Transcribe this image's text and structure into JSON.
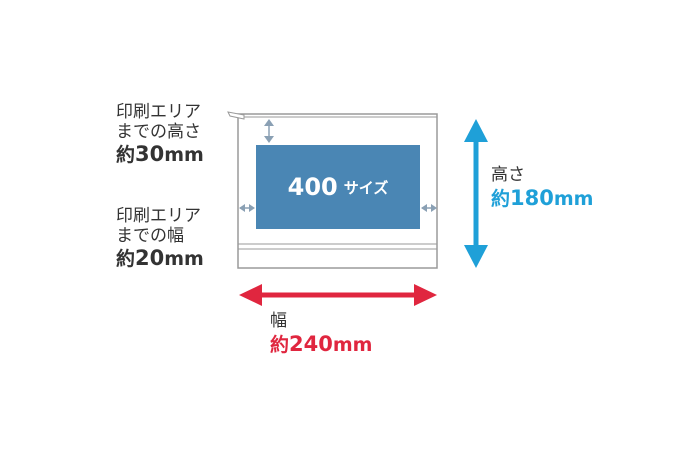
{
  "product": {
    "print_area_label_number": "400",
    "print_area_label_suffix": "サイズ"
  },
  "labels": {
    "top_margin": {
      "line1": "印刷エリア",
      "line2": "までの高さ",
      "prefix": "約",
      "number": "30",
      "unit": "mm"
    },
    "side_margin": {
      "line1": "印刷エリア",
      "line2": "までの幅",
      "prefix": "約",
      "number": "20",
      "unit": "mm"
    },
    "height": {
      "title": "高さ",
      "prefix": "約",
      "number": "180",
      "unit": "mm"
    },
    "width": {
      "title": "幅",
      "prefix": "約",
      "number": "240",
      "unit": "mm"
    }
  },
  "colors": {
    "print_area": "#4a86b4",
    "height_arrow": "#1fa0d8",
    "width_arrow": "#e0263f",
    "outline": "#9a9a9a",
    "margin_arrow": "#8aa0b4",
    "text": "#333333"
  }
}
